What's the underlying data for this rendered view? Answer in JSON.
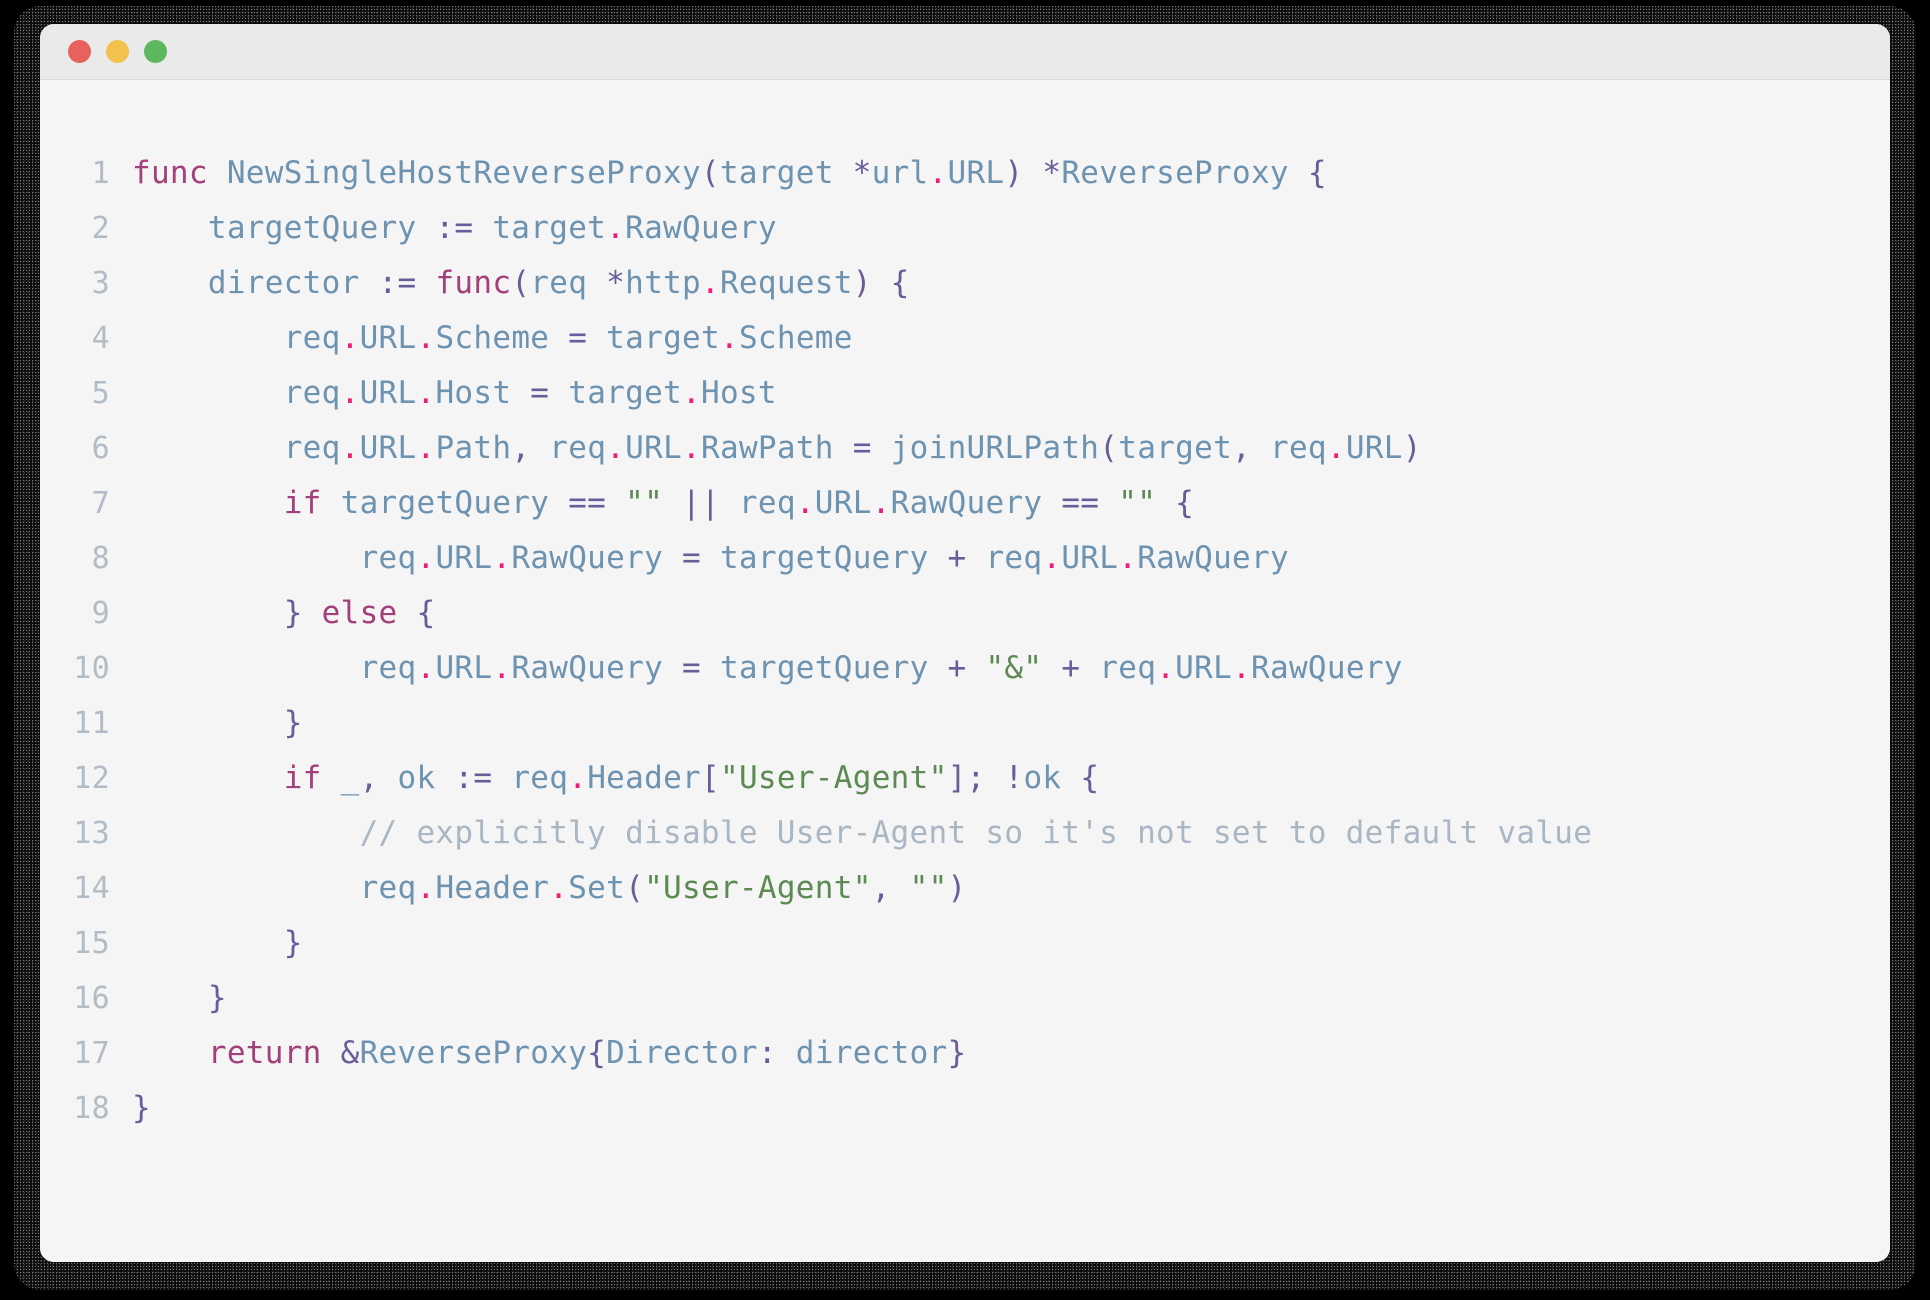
{
  "window": {
    "traffic_lights": [
      {
        "name": "close",
        "color": "#e8615c"
      },
      {
        "name": "minimize",
        "color": "#f2c14e"
      },
      {
        "name": "maximize",
        "color": "#5cb85c"
      }
    ],
    "background": "#f5f5f5",
    "titlebar_background": "#eaeaea"
  },
  "theme": {
    "keyword": "#a33f7a",
    "identifier": "#6d93b0",
    "property_dot": "#ec1e79",
    "punctuation": "#6a5b99",
    "string": "#5c8a52",
    "comment": "#a9b6c4",
    "line_number": "#b2bcc6"
  },
  "code": {
    "language": "go",
    "line_numbers": [
      "1",
      "2",
      "3",
      "4",
      "5",
      "6",
      "7",
      "8",
      "9",
      "10",
      "11",
      "12",
      "13",
      "14",
      "15",
      "16",
      "17",
      "18"
    ],
    "lines": [
      "func NewSingleHostReverseProxy(target *url.URL) *ReverseProxy {",
      "    targetQuery := target.RawQuery",
      "    director := func(req *http.Request) {",
      "        req.URL.Scheme = target.Scheme",
      "        req.URL.Host = target.Host",
      "        req.URL.Path, req.URL.RawPath = joinURLPath(target, req.URL)",
      "        if targetQuery == \"\" || req.URL.RawQuery == \"\" {",
      "            req.URL.RawQuery = targetQuery + req.URL.RawQuery",
      "        } else {",
      "            req.URL.RawQuery = targetQuery + \"&\" + req.URL.RawQuery",
      "        }",
      "        if _, ok := req.Header[\"User-Agent\"]; !ok {",
      "            // explicitly disable User-Agent so it's not set to default value",
      "            req.Header.Set(\"User-Agent\", \"\")",
      "        }",
      "    }",
      "    return &ReverseProxy{Director: director}",
      "}"
    ],
    "tokens": [
      [
        {
          "t": "func",
          "c": "kw"
        },
        {
          "t": " ",
          "c": "id"
        },
        {
          "t": "NewSingleHostReverseProxy",
          "c": "id"
        },
        {
          "t": "(",
          "c": "pun"
        },
        {
          "t": "target",
          "c": "id"
        },
        {
          "t": " ",
          "c": "id"
        },
        {
          "t": "*",
          "c": "pun"
        },
        {
          "t": "url",
          "c": "id"
        },
        {
          "t": ".",
          "c": "dot2"
        },
        {
          "t": "URL",
          "c": "id"
        },
        {
          "t": ")",
          "c": "pun"
        },
        {
          "t": " ",
          "c": "id"
        },
        {
          "t": "*",
          "c": "pun"
        },
        {
          "t": "ReverseProxy",
          "c": "id"
        },
        {
          "t": " ",
          "c": "id"
        },
        {
          "t": "{",
          "c": "pun"
        }
      ],
      [
        {
          "t": "    ",
          "c": "id"
        },
        {
          "t": "targetQuery",
          "c": "id"
        },
        {
          "t": " ",
          "c": "id"
        },
        {
          "t": ":=",
          "c": "pun"
        },
        {
          "t": " ",
          "c": "id"
        },
        {
          "t": "target",
          "c": "id"
        },
        {
          "t": ".",
          "c": "dot2"
        },
        {
          "t": "RawQuery",
          "c": "id"
        }
      ],
      [
        {
          "t": "    ",
          "c": "id"
        },
        {
          "t": "director",
          "c": "id"
        },
        {
          "t": " ",
          "c": "id"
        },
        {
          "t": ":=",
          "c": "pun"
        },
        {
          "t": " ",
          "c": "id"
        },
        {
          "t": "func",
          "c": "kw"
        },
        {
          "t": "(",
          "c": "pun"
        },
        {
          "t": "req",
          "c": "id"
        },
        {
          "t": " ",
          "c": "id"
        },
        {
          "t": "*",
          "c": "pun"
        },
        {
          "t": "http",
          "c": "id"
        },
        {
          "t": ".",
          "c": "dot2"
        },
        {
          "t": "Request",
          "c": "id"
        },
        {
          "t": ")",
          "c": "pun"
        },
        {
          "t": " ",
          "c": "id"
        },
        {
          "t": "{",
          "c": "pun"
        }
      ],
      [
        {
          "t": "        ",
          "c": "id"
        },
        {
          "t": "req",
          "c": "id"
        },
        {
          "t": ".",
          "c": "dot2"
        },
        {
          "t": "URL",
          "c": "id"
        },
        {
          "t": ".",
          "c": "dot2"
        },
        {
          "t": "Scheme",
          "c": "id"
        },
        {
          "t": " ",
          "c": "id"
        },
        {
          "t": "=",
          "c": "pun"
        },
        {
          "t": " ",
          "c": "id"
        },
        {
          "t": "target",
          "c": "id"
        },
        {
          "t": ".",
          "c": "dot2"
        },
        {
          "t": "Scheme",
          "c": "id"
        }
      ],
      [
        {
          "t": "        ",
          "c": "id"
        },
        {
          "t": "req",
          "c": "id"
        },
        {
          "t": ".",
          "c": "dot2"
        },
        {
          "t": "URL",
          "c": "id"
        },
        {
          "t": ".",
          "c": "dot2"
        },
        {
          "t": "Host",
          "c": "id"
        },
        {
          "t": " ",
          "c": "id"
        },
        {
          "t": "=",
          "c": "pun"
        },
        {
          "t": " ",
          "c": "id"
        },
        {
          "t": "target",
          "c": "id"
        },
        {
          "t": ".",
          "c": "dot2"
        },
        {
          "t": "Host",
          "c": "id"
        }
      ],
      [
        {
          "t": "        ",
          "c": "id"
        },
        {
          "t": "req",
          "c": "id"
        },
        {
          "t": ".",
          "c": "dot2"
        },
        {
          "t": "URL",
          "c": "id"
        },
        {
          "t": ".",
          "c": "dot2"
        },
        {
          "t": "Path",
          "c": "id"
        },
        {
          "t": ",",
          "c": "pun"
        },
        {
          "t": " ",
          "c": "id"
        },
        {
          "t": "req",
          "c": "id"
        },
        {
          "t": ".",
          "c": "dot2"
        },
        {
          "t": "URL",
          "c": "id"
        },
        {
          "t": ".",
          "c": "dot2"
        },
        {
          "t": "RawPath",
          "c": "id"
        },
        {
          "t": " ",
          "c": "id"
        },
        {
          "t": "=",
          "c": "pun"
        },
        {
          "t": " ",
          "c": "id"
        },
        {
          "t": "joinURLPath",
          "c": "id"
        },
        {
          "t": "(",
          "c": "pun"
        },
        {
          "t": "target",
          "c": "id"
        },
        {
          "t": ",",
          "c": "pun"
        },
        {
          "t": " ",
          "c": "id"
        },
        {
          "t": "req",
          "c": "id"
        },
        {
          "t": ".",
          "c": "dot2"
        },
        {
          "t": "URL",
          "c": "id"
        },
        {
          "t": ")",
          "c": "pun"
        }
      ],
      [
        {
          "t": "        ",
          "c": "id"
        },
        {
          "t": "if",
          "c": "kw"
        },
        {
          "t": " ",
          "c": "id"
        },
        {
          "t": "targetQuery",
          "c": "id"
        },
        {
          "t": " ",
          "c": "id"
        },
        {
          "t": "==",
          "c": "pun"
        },
        {
          "t": " ",
          "c": "id"
        },
        {
          "t": "\"\"",
          "c": "str"
        },
        {
          "t": " ",
          "c": "id"
        },
        {
          "t": "||",
          "c": "pun"
        },
        {
          "t": " ",
          "c": "id"
        },
        {
          "t": "req",
          "c": "id"
        },
        {
          "t": ".",
          "c": "dot2"
        },
        {
          "t": "URL",
          "c": "id"
        },
        {
          "t": ".",
          "c": "dot2"
        },
        {
          "t": "RawQuery",
          "c": "id"
        },
        {
          "t": " ",
          "c": "id"
        },
        {
          "t": "==",
          "c": "pun"
        },
        {
          "t": " ",
          "c": "id"
        },
        {
          "t": "\"\"",
          "c": "str"
        },
        {
          "t": " ",
          "c": "id"
        },
        {
          "t": "{",
          "c": "pun"
        }
      ],
      [
        {
          "t": "            ",
          "c": "id"
        },
        {
          "t": "req",
          "c": "id"
        },
        {
          "t": ".",
          "c": "dot2"
        },
        {
          "t": "URL",
          "c": "id"
        },
        {
          "t": ".",
          "c": "dot2"
        },
        {
          "t": "RawQuery",
          "c": "id"
        },
        {
          "t": " ",
          "c": "id"
        },
        {
          "t": "=",
          "c": "pun"
        },
        {
          "t": " ",
          "c": "id"
        },
        {
          "t": "targetQuery",
          "c": "id"
        },
        {
          "t": " ",
          "c": "id"
        },
        {
          "t": "+",
          "c": "pun"
        },
        {
          "t": " ",
          "c": "id"
        },
        {
          "t": "req",
          "c": "id"
        },
        {
          "t": ".",
          "c": "dot2"
        },
        {
          "t": "URL",
          "c": "id"
        },
        {
          "t": ".",
          "c": "dot2"
        },
        {
          "t": "RawQuery",
          "c": "id"
        }
      ],
      [
        {
          "t": "        ",
          "c": "id"
        },
        {
          "t": "}",
          "c": "pun"
        },
        {
          "t": " ",
          "c": "id"
        },
        {
          "t": "else",
          "c": "kw"
        },
        {
          "t": " ",
          "c": "id"
        },
        {
          "t": "{",
          "c": "pun"
        }
      ],
      [
        {
          "t": "            ",
          "c": "id"
        },
        {
          "t": "req",
          "c": "id"
        },
        {
          "t": ".",
          "c": "dot2"
        },
        {
          "t": "URL",
          "c": "id"
        },
        {
          "t": ".",
          "c": "dot2"
        },
        {
          "t": "RawQuery",
          "c": "id"
        },
        {
          "t": " ",
          "c": "id"
        },
        {
          "t": "=",
          "c": "pun"
        },
        {
          "t": " ",
          "c": "id"
        },
        {
          "t": "targetQuery",
          "c": "id"
        },
        {
          "t": " ",
          "c": "id"
        },
        {
          "t": "+",
          "c": "pun"
        },
        {
          "t": " ",
          "c": "id"
        },
        {
          "t": "\"&\"",
          "c": "str"
        },
        {
          "t": " ",
          "c": "id"
        },
        {
          "t": "+",
          "c": "pun"
        },
        {
          "t": " ",
          "c": "id"
        },
        {
          "t": "req",
          "c": "id"
        },
        {
          "t": ".",
          "c": "dot2"
        },
        {
          "t": "URL",
          "c": "id"
        },
        {
          "t": ".",
          "c": "dot2"
        },
        {
          "t": "RawQuery",
          "c": "id"
        }
      ],
      [
        {
          "t": "        ",
          "c": "id"
        },
        {
          "t": "}",
          "c": "pun"
        }
      ],
      [
        {
          "t": "        ",
          "c": "id"
        },
        {
          "t": "if",
          "c": "kw"
        },
        {
          "t": " ",
          "c": "id"
        },
        {
          "t": "_",
          "c": "id"
        },
        {
          "t": ",",
          "c": "pun"
        },
        {
          "t": " ",
          "c": "id"
        },
        {
          "t": "ok",
          "c": "id"
        },
        {
          "t": " ",
          "c": "id"
        },
        {
          "t": ":=",
          "c": "pun"
        },
        {
          "t": " ",
          "c": "id"
        },
        {
          "t": "req",
          "c": "id"
        },
        {
          "t": ".",
          "c": "dot2"
        },
        {
          "t": "Header",
          "c": "id"
        },
        {
          "t": "[",
          "c": "pun"
        },
        {
          "t": "\"User-Agent\"",
          "c": "str"
        },
        {
          "t": "]",
          "c": "pun"
        },
        {
          "t": ";",
          "c": "pun"
        },
        {
          "t": " ",
          "c": "id"
        },
        {
          "t": "!",
          "c": "pun"
        },
        {
          "t": "ok",
          "c": "id"
        },
        {
          "t": " ",
          "c": "id"
        },
        {
          "t": "{",
          "c": "pun"
        }
      ],
      [
        {
          "t": "            ",
          "c": "id"
        },
        {
          "t": "// explicitly disable User-Agent so it's not set to default value",
          "c": "com"
        }
      ],
      [
        {
          "t": "            ",
          "c": "id"
        },
        {
          "t": "req",
          "c": "id"
        },
        {
          "t": ".",
          "c": "dot2"
        },
        {
          "t": "Header",
          "c": "id"
        },
        {
          "t": ".",
          "c": "dot2"
        },
        {
          "t": "Set",
          "c": "id"
        },
        {
          "t": "(",
          "c": "pun"
        },
        {
          "t": "\"User-Agent\"",
          "c": "str"
        },
        {
          "t": ",",
          "c": "pun"
        },
        {
          "t": " ",
          "c": "id"
        },
        {
          "t": "\"\"",
          "c": "str"
        },
        {
          "t": ")",
          "c": "pun"
        }
      ],
      [
        {
          "t": "        ",
          "c": "id"
        },
        {
          "t": "}",
          "c": "pun"
        }
      ],
      [
        {
          "t": "    ",
          "c": "id"
        },
        {
          "t": "}",
          "c": "pun"
        }
      ],
      [
        {
          "t": "    ",
          "c": "id"
        },
        {
          "t": "return",
          "c": "kw"
        },
        {
          "t": " ",
          "c": "id"
        },
        {
          "t": "&",
          "c": "pun"
        },
        {
          "t": "ReverseProxy",
          "c": "id"
        },
        {
          "t": "{",
          "c": "pun"
        },
        {
          "t": "Director",
          "c": "id"
        },
        {
          "t": ":",
          "c": "pun"
        },
        {
          "t": " ",
          "c": "id"
        },
        {
          "t": "director",
          "c": "id"
        },
        {
          "t": "}",
          "c": "pun"
        }
      ],
      [
        {
          "t": "}",
          "c": "pun"
        }
      ]
    ]
  }
}
